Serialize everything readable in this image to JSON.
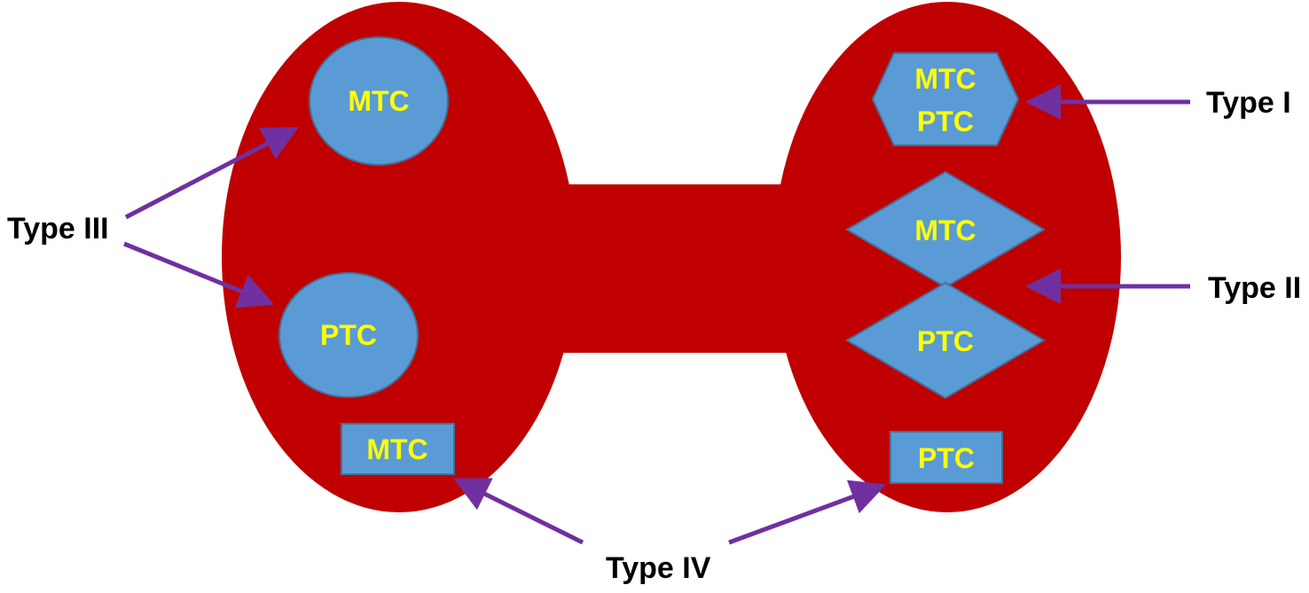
{
  "colors": {
    "gland": "#c00000",
    "tumor_fill": "#5b9bd5",
    "tumor_stroke": "#41719c",
    "tumor_text": "#ffff00",
    "arrow": "#7030a0",
    "type_text": "#000000"
  },
  "left_lobe": {
    "upper_circle": {
      "label": "MTC"
    },
    "lower_circle": {
      "label": "PTC"
    },
    "rectangle": {
      "label": "MTC"
    }
  },
  "right_lobe": {
    "hexagon": {
      "line1": "MTC",
      "line2": "PTC"
    },
    "upper_diamond": {
      "label": "MTC"
    },
    "lower_diamond": {
      "label": "PTC"
    },
    "rectangle": {
      "label": "PTC"
    }
  },
  "types": {
    "type_1": "Type I",
    "type_2": "Type II",
    "type_3": "Type III",
    "type_4": "Type IV"
  }
}
